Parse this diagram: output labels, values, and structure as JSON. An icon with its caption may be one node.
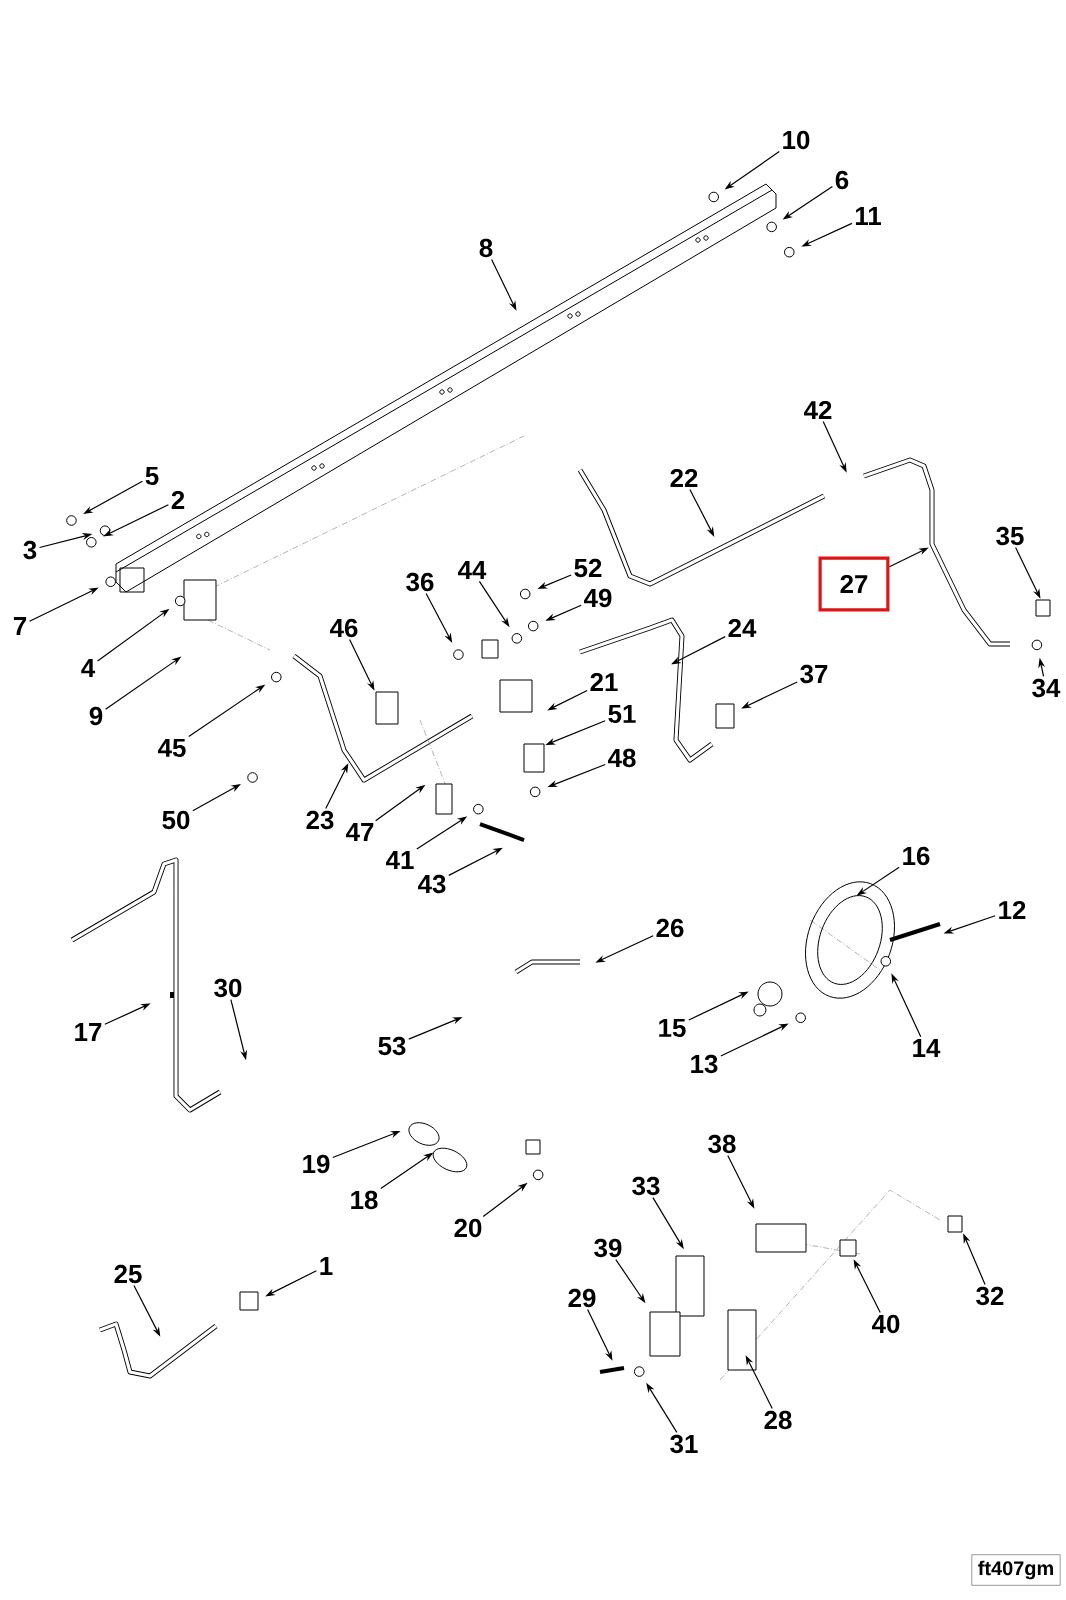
{
  "diagram": {
    "nodes": [
      {
        "text": [
          "10"
        ]
      },
      {
        "text": [
          "6"
        ]
      },
      {
        "text": [
          "11"
        ]
      },
      {
        "text": [
          "8"
        ]
      },
      {
        "text": [
          "42"
        ]
      },
      {
        "text": [
          "22"
        ]
      },
      {
        "text": [
          "5"
        ]
      },
      {
        "text": [
          "2"
        ]
      },
      {
        "text": [
          "35"
        ]
      },
      {
        "text": [
          "44"
        ]
      },
      {
        "text": [
          "52"
        ]
      },
      {
        "text": [
          "36"
        ]
      },
      {
        "text": [
          "27"
        ]
      },
      {
        "text": [
          "3"
        ]
      },
      {
        "text": [
          "49"
        ]
      },
      {
        "text": [
          "4"
        ]
      },
      {
        "text": [
          "7"
        ]
      },
      {
        "text": [
          "24"
        ]
      },
      {
        "text": [
          "46"
        ]
      },
      {
        "text": [
          "9"
        ]
      },
      {
        "text": [
          "37"
        ]
      },
      {
        "text": [
          "21"
        ]
      },
      {
        "text": [
          "45"
        ]
      },
      {
        "text": [
          "34"
        ]
      },
      {
        "text": [
          "51"
        ]
      },
      {
        "text": [
          "48"
        ]
      },
      {
        "text": [
          "50"
        ]
      },
      {
        "text": [
          "23"
        ]
      },
      {
        "text": [
          "47"
        ]
      },
      {
        "text": [
          "41"
        ]
      },
      {
        "text": [
          "43"
        ]
      },
      {
        "text": [
          "16"
        ]
      },
      {
        "text": [
          "12"
        ]
      },
      {
        "text": [
          "26"
        ]
      },
      {
        "text": [
          "30"
        ]
      },
      {
        "text": [
          "17"
        ]
      },
      {
        "text": [
          "53"
        ]
      },
      {
        "text": [
          "15"
        ]
      },
      {
        "text": [
          "14"
        ]
      },
      {
        "text": [
          "13"
        ]
      },
      {
        "text": [
          "38"
        ]
      },
      {
        "text": [
          "19"
        ]
      },
      {
        "text": [
          "33"
        ]
      },
      {
        "text": [
          "18"
        ]
      },
      {
        "text": [
          "20"
        ]
      },
      {
        "text": [
          "39"
        ]
      },
      {
        "text": [
          "1"
        ]
      },
      {
        "text": [
          "25"
        ]
      },
      {
        "text": [
          "32"
        ]
      },
      {
        "text": [
          "29"
        ]
      },
      {
        "text": [
          "40"
        ]
      },
      {
        "text": [
          "28"
        ]
      },
      {
        "text": [
          "31"
        ]
      },
      {
        "text": [
          "ft407gm"
        ]
      }
    ],
    "edges": [
      {
        "from": 0,
        "to": null,
        "arrow": "to"
      },
      {
        "from": 1,
        "to": null,
        "arrow": "to"
      },
      {
        "from": 2,
        "to": null,
        "arrow": "to"
      },
      {
        "from": 3,
        "to": null,
        "arrow": "to"
      },
      {
        "from": 4,
        "to": null,
        "arrow": "to"
      },
      {
        "from": 5,
        "to": null,
        "arrow": "to"
      },
      {
        "from": 6,
        "to": null,
        "arrow": "to"
      },
      {
        "from": 7,
        "to": null,
        "arrow": "to"
      },
      {
        "from": 8,
        "to": null,
        "arrow": "to"
      },
      {
        "from": 9,
        "to": null,
        "arrow": "to"
      },
      {
        "from": 10,
        "to": null,
        "arrow": "to"
      },
      {
        "from": 11,
        "to": null,
        "arrow": "to"
      },
      {
        "from": 12,
        "to": null,
        "arrow": "to"
      },
      {
        "from": 13,
        "to": null,
        "arrow": "to"
      },
      {
        "from": 14,
        "to": null,
        "arrow": "to"
      },
      {
        "from": 15,
        "to": null,
        "arrow": "to"
      },
      {
        "from": 16,
        "to": null,
        "arrow": "to"
      },
      {
        "from": 17,
        "to": null,
        "arrow": "to"
      },
      {
        "from": 18,
        "to": null,
        "arrow": "to"
      },
      {
        "from": 19,
        "to": null,
        "arrow": "to"
      },
      {
        "from": 20,
        "to": null,
        "arrow": "to"
      },
      {
        "from": 21,
        "to": null,
        "arrow": "to"
      },
      {
        "from": 22,
        "to": null,
        "arrow": "to"
      },
      {
        "from": 23,
        "to": null,
        "arrow": "to"
      },
      {
        "from": 24,
        "to": null,
        "arrow": "to"
      },
      {
        "from": 25,
        "to": null,
        "arrow": "to"
      },
      {
        "from": 26,
        "to": null,
        "arrow": "to"
      },
      {
        "from": 27,
        "to": null,
        "arrow": "to"
      },
      {
        "from": 28,
        "to": null,
        "arrow": "to"
      },
      {
        "from": 29,
        "to": null,
        "arrow": "to"
      },
      {
        "from": 30,
        "to": null,
        "arrow": "to"
      },
      {
        "from": 31,
        "to": null,
        "arrow": "to"
      },
      {
        "from": 32,
        "to": null,
        "arrow": "to"
      },
      {
        "from": 33,
        "to": null,
        "arrow": "to"
      },
      {
        "from": 34,
        "to": null,
        "arrow": "to"
      },
      {
        "from": 35,
        "to": null,
        "arrow": "to"
      },
      {
        "from": 36,
        "to": null,
        "arrow": "to"
      },
      {
        "from": 37,
        "to": null,
        "arrow": "to"
      },
      {
        "from": 38,
        "to": null,
        "arrow": "to"
      },
      {
        "from": 39,
        "to": null,
        "arrow": "to"
      },
      {
        "from": 40,
        "to": null,
        "arrow": "to"
      },
      {
        "from": 41,
        "to": null,
        "arrow": "to"
      },
      {
        "from": 42,
        "to": null,
        "arrow": "to"
      },
      {
        "from": 43,
        "to": null,
        "arrow": "to"
      },
      {
        "from": 44,
        "to": null,
        "arrow": "to"
      },
      {
        "from": 45,
        "to": null,
        "arrow": "to"
      },
      {
        "from": 46,
        "to": null,
        "arrow": "to"
      },
      {
        "from": 47,
        "to": null,
        "arrow": "to"
      },
      {
        "from": 48,
        "to": null,
        "arrow": "to"
      },
      {
        "from": 49,
        "to": null,
        "arrow": "to"
      },
      {
        "from": 50,
        "to": null,
        "arrow": "to"
      },
      {
        "from": 51,
        "to": null,
        "arrow": "to"
      },
      {
        "from": 52,
        "to": null,
        "arrow": "to"
      }
    ]
  }
}
